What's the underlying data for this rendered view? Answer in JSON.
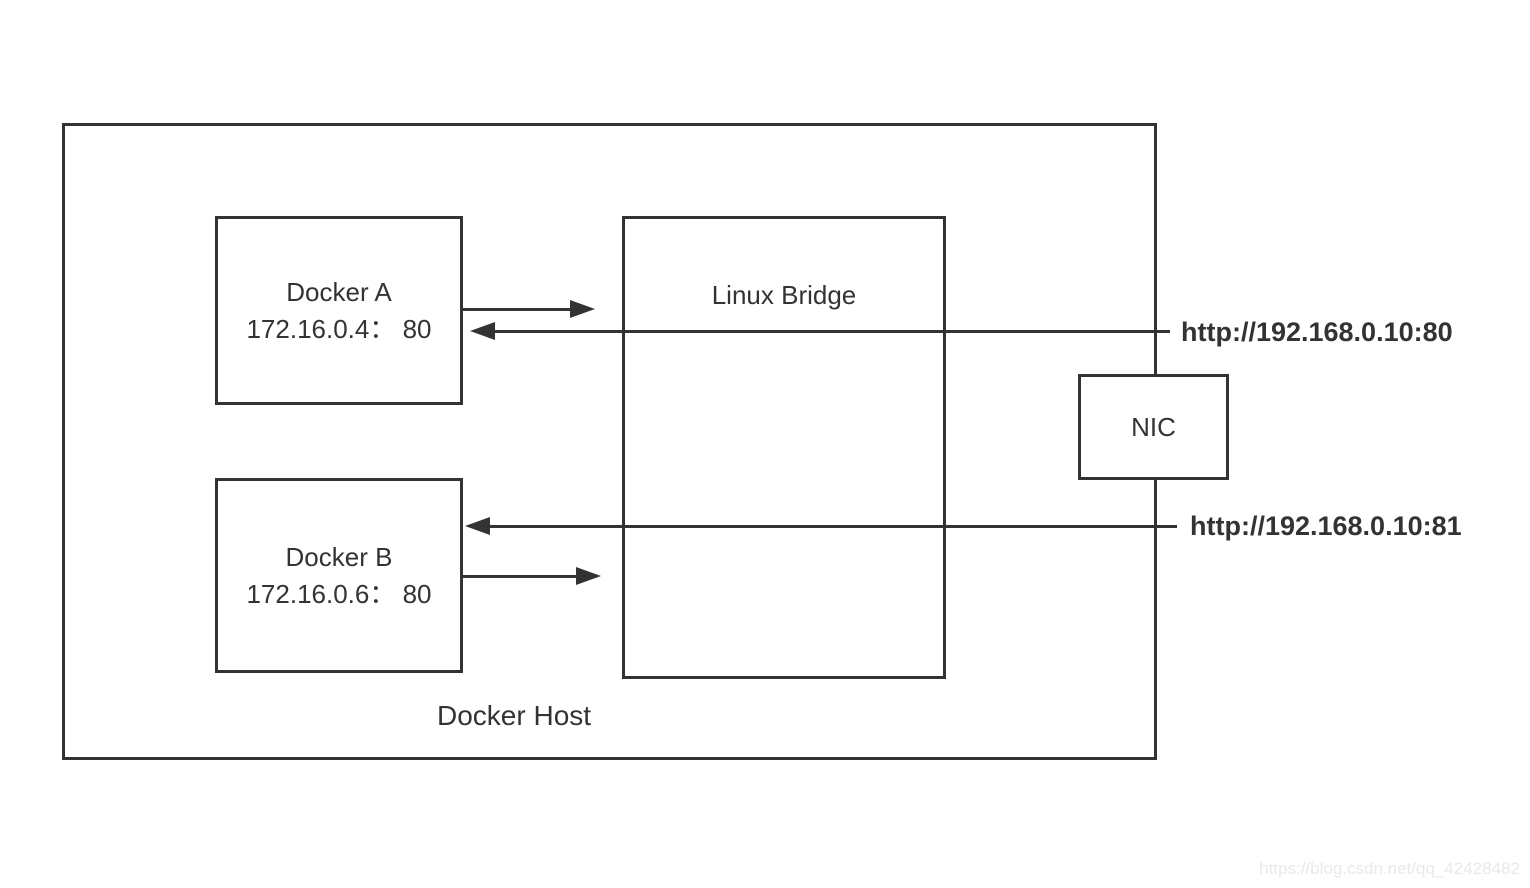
{
  "diagram": {
    "host": {
      "label": "Docker Host"
    },
    "nodes": {
      "docker_a": {
        "title": "Docker A",
        "address": "172.16.0.4： 80"
      },
      "docker_b": {
        "title": "Docker B",
        "address": "172.16.0.6： 80"
      },
      "bridge": {
        "label": "Linux Bridge"
      },
      "nic": {
        "label": "NIC"
      }
    },
    "endpoints": {
      "url_80": "http://192.168.0.10:80",
      "url_81": "http://192.168.0.10:81"
    },
    "colors": {
      "stroke": "#333333",
      "text": "#333333",
      "background": "#ffffff",
      "watermark": "#e9e9ec"
    }
  },
  "watermark": {
    "text": "https://blog.csdn.net/qq_42428482"
  }
}
